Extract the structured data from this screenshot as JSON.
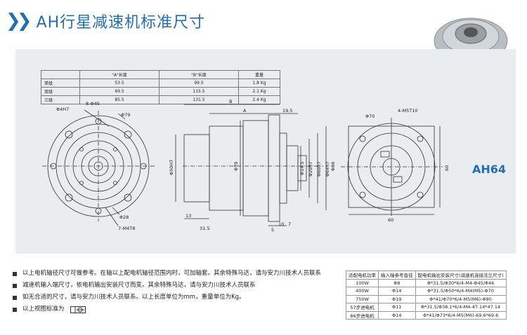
{
  "header": {
    "title": "AH行星减速机标准尺寸"
  },
  "spec_table": {
    "headers": [
      "",
      "\"A\"长度",
      "\"B\"长度",
      "重量"
    ],
    "rows": [
      [
        "单级",
        "53.5",
        "99.5",
        "1.8 Kg"
      ],
      [
        "双级",
        "69.5",
        "115.5",
        "2.1 Kg"
      ],
      [
        "三级",
        "85.5",
        "131.5",
        "2.4 Kg"
      ]
    ]
  },
  "dims": {
    "front": {
      "d1": "Φ4H7",
      "d2": "8-Φ45",
      "d3": "Φ79",
      "d4": "Φ28",
      "d5": "7-M4T8"
    },
    "side": {
      "a": "A",
      "b": "B",
      "l1": "19.5",
      "l2": "13",
      "l3": "31.5",
      "l4": "5",
      "l5": "10",
      "l6": "7",
      "d1": "Φ50H7",
      "d2": "Φ70",
      "d3": "Φ20h7",
      "d4": "Φ60h7",
      "d5": "Φ64h7",
      "d6": "Φ86",
      "d7": "Φ14.5"
    },
    "rear": {
      "d1": "Φ70",
      "d2": "4-M5T10",
      "w": "60",
      "h": "60"
    }
  },
  "model_label": "AH64",
  "notes": [
    "以上电机轴径尺寸可做参考。在轴以上配电机轴径范围内时，可加轴套。其余特殊马达，请与安力川技术人员联系",
    "减速机输入端尺寸，依电机输出安装尺寸而变。其余特殊马达，请与安力川技术人员联系",
    "如无合适的尺寸，请与安力川技术人员联系。以上长度单位为mm，重量单位为Kg。",
    "以上视图标准为"
  ],
  "motor_table": {
    "headers": [
      "适配电机功率",
      "输入轴参考直径",
      "配电机输出安装尺寸(减速机连接法兰尺寸)"
    ],
    "rows": [
      [
        "100W",
        "Φ8",
        "Φ*31.5/Φ30*6/4-M4-Φ45/Φ46"
      ],
      [
        "400W",
        "Φ14",
        "Φ*31.5/Φ50*6/4-M4(M5)-Φ70"
      ],
      [
        "750W",
        "Φ19",
        "Φ*41/Φ70*6/4-M5(M6)-Φ90"
      ],
      [
        "57步进电机",
        "Φ11",
        "Φ*31.5/Φ38.1*6/4-M4-47.14*47.14"
      ],
      [
        "86步进电机",
        "Φ14",
        "Φ*41/Φ73*6/4-M5(M6)-69.6*69.6"
      ]
    ]
  },
  "colors": {
    "brand": "#1f6fb8",
    "panel": "#e9edf0"
  }
}
